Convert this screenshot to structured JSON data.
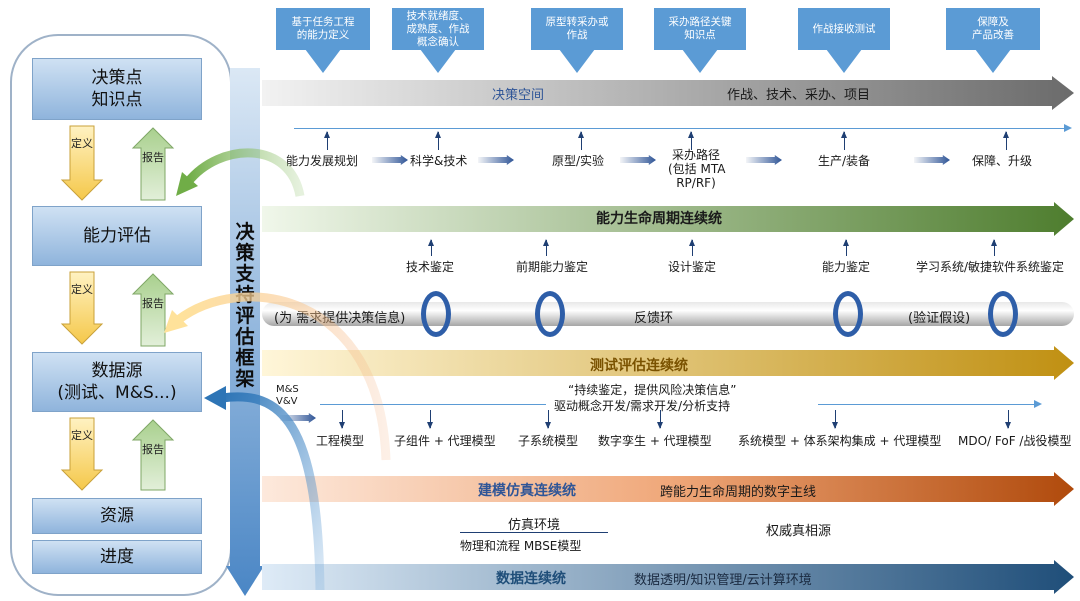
{
  "left": {
    "box1": {
      "line1": "决策点",
      "line2": "知识点"
    },
    "box2": "能力评估",
    "box3": {
      "line1": "数据源",
      "line2": "(测试、M&S...)"
    },
    "box4": "资源",
    "box5": "进度",
    "define": "定义",
    "report": "报告"
  },
  "framework": "决策支持评估框架",
  "top_labels": [
    "基于任务工程的能力定义",
    "技术就绪度、成熟度、作战概念确认",
    "原型转采办或作战",
    "采办路径关键知识点",
    "作战接收测试",
    "保障及产品改善"
  ],
  "top_labels_lines": [
    [
      "基于任务工程",
      "的能力定义"
    ],
    [
      "技术就绪度、",
      "成熟度、作战",
      "概念确认"
    ],
    [
      "原型转采办或",
      "作战"
    ],
    [
      "采办路径关键",
      "知识点"
    ],
    [
      "作战接收测试"
    ],
    [
      "保障及",
      "产品改善"
    ]
  ],
  "decision_space": {
    "label": "决策空间",
    "items": "作战、技术、采办、项目"
  },
  "stages": [
    "能力发展规划",
    "科学&技术",
    "原型/实验",
    "采办路径",
    "(包括 MTA",
    "RP/RF)",
    "生产/装备",
    "保障、升级"
  ],
  "lifecycle": "能力生命周期连续统",
  "assessments": [
    "技术鉴定",
    "前期能力鉴定",
    "设计鉴定",
    "能力鉴定",
    "学习系统/敏捷软件系统鉴定"
  ],
  "feedback": {
    "left": "(为 需求提供决策信息)",
    "center": "反馈环",
    "right": "(验证假设)"
  },
  "te": "测试评估连续统",
  "te_quote": "“持续鉴定，提供风险决策信息”",
  "te_sub": "驱动概念开发/需求开发/分析支持",
  "ms_vv": [
    "M&S",
    "V&V"
  ],
  "models": [
    "工程模型",
    "子组件 + 代理模型",
    "子系统模型",
    "数字孪生 +  代理模型",
    "系统模型 + 体系架构集成 + 代理模型",
    "MDO/ FoF /战役模型"
  ],
  "modeling": {
    "label": "建模仿真连续统",
    "thread": "跨能力生命周期的数字主线"
  },
  "env": {
    "sim": "仿真环境",
    "mbse": "物理和流程 MBSE模型",
    "truth": "权威真相源"
  },
  "data": {
    "label": "数据连续统",
    "sub": "数据透明/知识管理/云计算环境"
  },
  "colors": {
    "blue": "#5b9bd5",
    "green": "#548235",
    "gold": "#d6a21a",
    "orange": "#c55a11",
    "navy": "#1f4e79"
  }
}
